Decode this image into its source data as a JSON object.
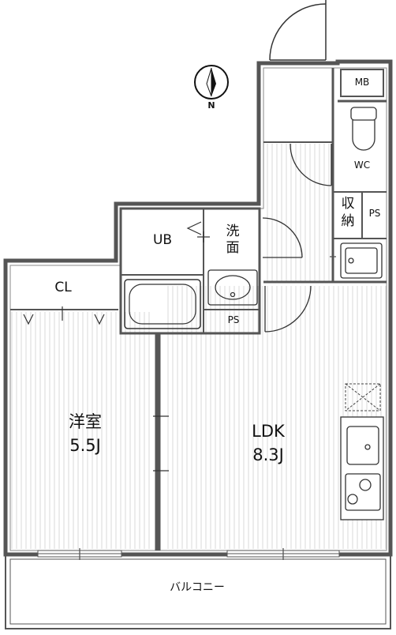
{
  "rooms": {
    "western_room": {
      "name": "洋室",
      "size": "5.5J"
    },
    "ldk": {
      "name": "LDK",
      "size": "8.3J"
    },
    "closet": "CL",
    "unit_bath": "UB",
    "washroom": {
      "line1": "洗",
      "line2": "面"
    },
    "wc": "WC",
    "storage": {
      "line1": "収",
      "line2": "納"
    },
    "meter_box": "MB",
    "pipe_space_top": "PS",
    "pipe_space_bottom": "PS",
    "balcony": "バルコニー"
  },
  "compass": {
    "label": "N"
  },
  "colors": {
    "wall": "#555555",
    "floor_lines": "#d8d8d8",
    "fixture": "#333333"
  }
}
